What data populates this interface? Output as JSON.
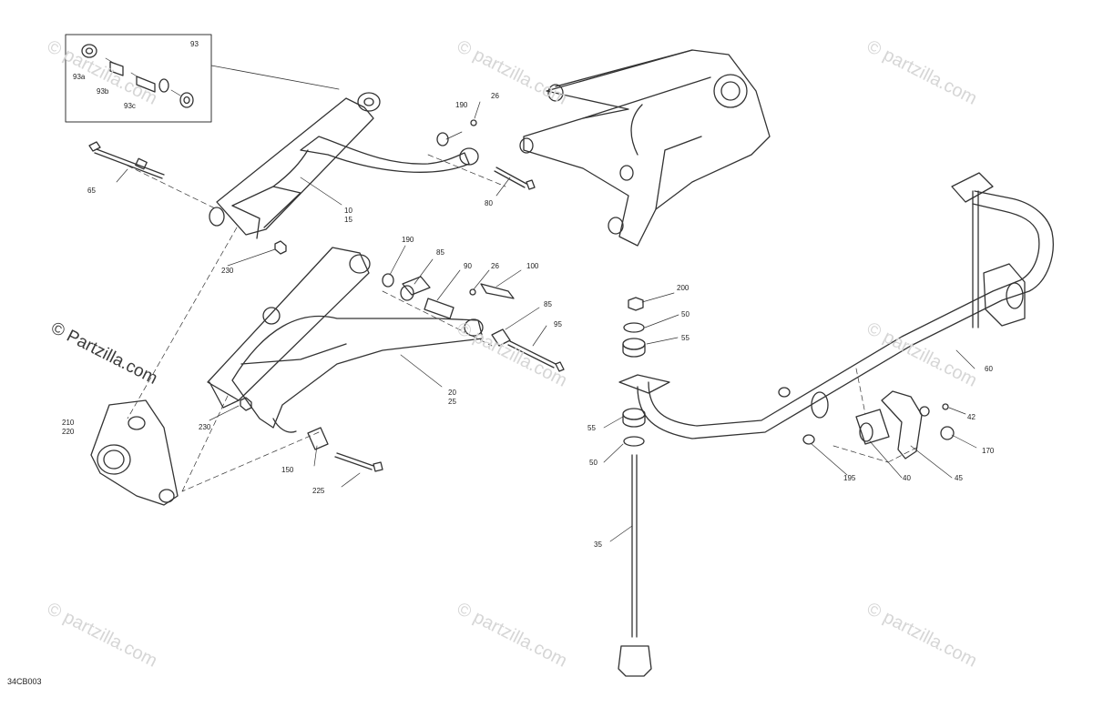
{
  "diagram_ref": "34CB003",
  "watermark": "© Partzilla.com",
  "watermark_faint": "© partzilla.com",
  "inset": {
    "labels": [
      "93",
      "93a",
      "93b",
      "93c"
    ]
  },
  "callouts": {
    "c10": "10",
    "c15": "15",
    "c20": "20",
    "c25": "25",
    "c26a": "26",
    "c26b": "26",
    "c35": "35",
    "c40": "40",
    "c42": "42",
    "c45": "45",
    "c50a": "50",
    "c50b": "50",
    "c55a": "55",
    "c55b": "55",
    "c60": "60",
    "c65": "65",
    "c80": "80",
    "c85a": "85",
    "c85b": "85",
    "c90": "90",
    "c95": "95",
    "c100": "100",
    "c150": "150",
    "c170": "170",
    "c190a": "190",
    "c190b": "190",
    "c195": "195",
    "c200": "200",
    "c210": "210",
    "c220": "220",
    "c225": "225",
    "c230a": "230",
    "c230b": "230"
  },
  "colors": {
    "line": "#333333",
    "watermark": "#d6d6d6"
  }
}
